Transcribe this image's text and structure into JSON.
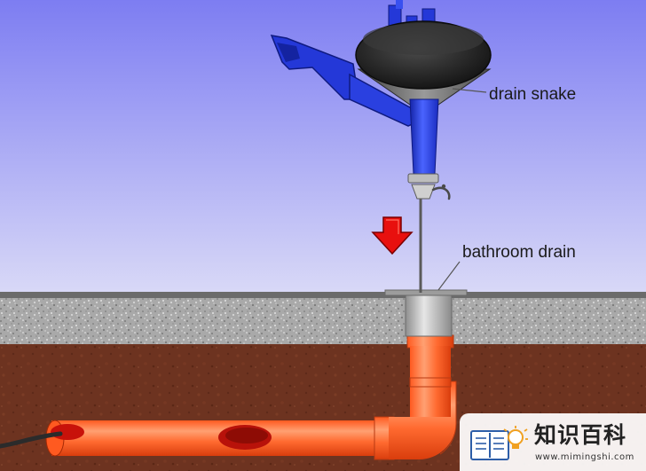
{
  "labels": {
    "snake": "drain snake",
    "drain": "bathroom drain"
  },
  "watermark": {
    "title": "知识百科",
    "url": "www.mimingshi.com"
  },
  "colors": {
    "sky_top": "#7d7df2",
    "sky_bottom": "#d9d9f7",
    "concrete": "#a9a9a9",
    "soil": "#6d3320",
    "pipe": "#ff6a2f",
    "snake_body": "#2438d8",
    "snake_drum": "#2a2a2a",
    "arrow": "#e8100e"
  },
  "icons": {
    "arrow": "down-arrow-icon",
    "watermark_logo": "book-lightbulb-icon"
  }
}
